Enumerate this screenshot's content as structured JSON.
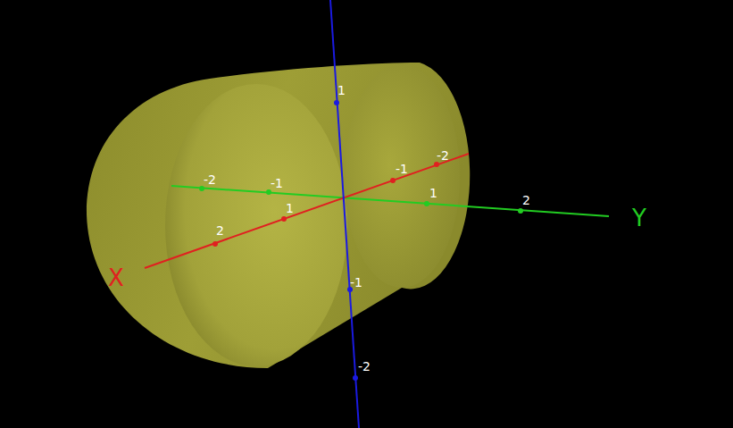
{
  "diagram": {
    "labels": [
      "-2",
      "-1",
      "1",
      "2",
      "Y",
      "2",
      "1",
      "-1",
      "-2",
      "X",
      "1",
      "-1",
      "-2"
    ]
  }
}
